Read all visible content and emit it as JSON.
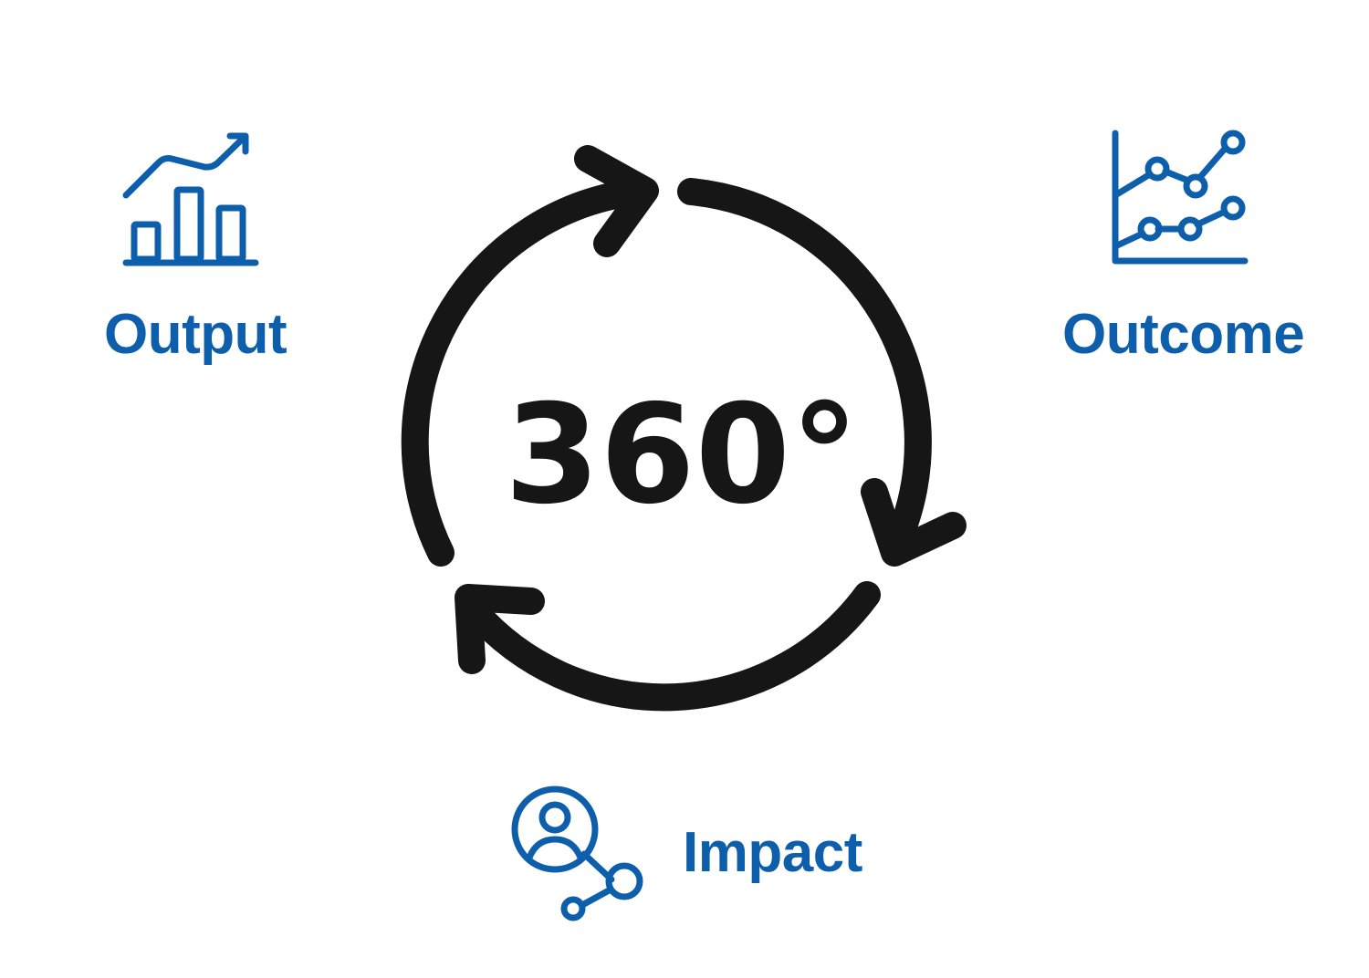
{
  "colors": {
    "accent": "#0d5fac",
    "cycle": "#161616",
    "background": "#ffffff"
  },
  "center": {
    "text": "360°"
  },
  "nodes": {
    "output": {
      "label": "Output",
      "icon": "bar-chart-growth-icon"
    },
    "outcome": {
      "label": "Outcome",
      "icon": "line-chart-icon"
    },
    "impact": {
      "label": "Impact",
      "icon": "user-network-search-icon"
    }
  },
  "cycle": {
    "icon": "circular-arrows-icon",
    "arrow_count": 3
  }
}
